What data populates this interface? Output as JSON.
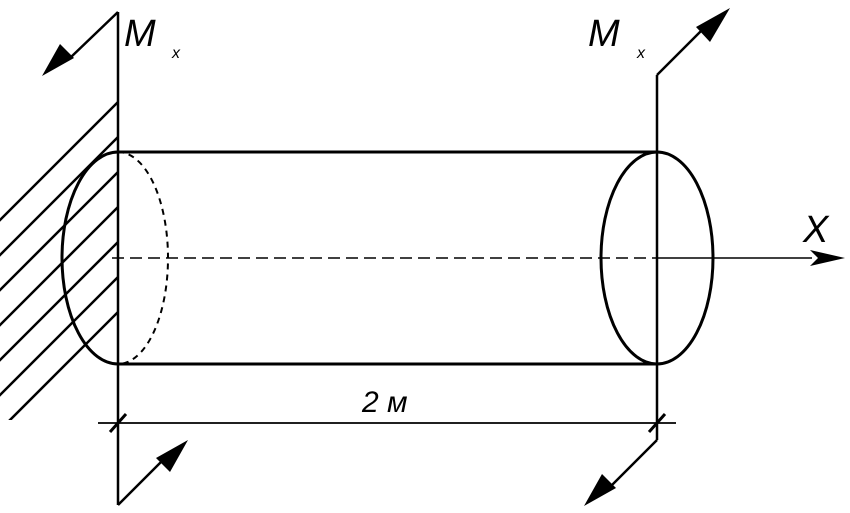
{
  "labels": {
    "moment_left": "M",
    "moment_left_sub": "x",
    "moment_right": "M",
    "moment_right_sub": "x",
    "axis": "X",
    "length": "2 м"
  },
  "colors": {
    "stroke": "#000000",
    "background": "#ffffff"
  }
}
